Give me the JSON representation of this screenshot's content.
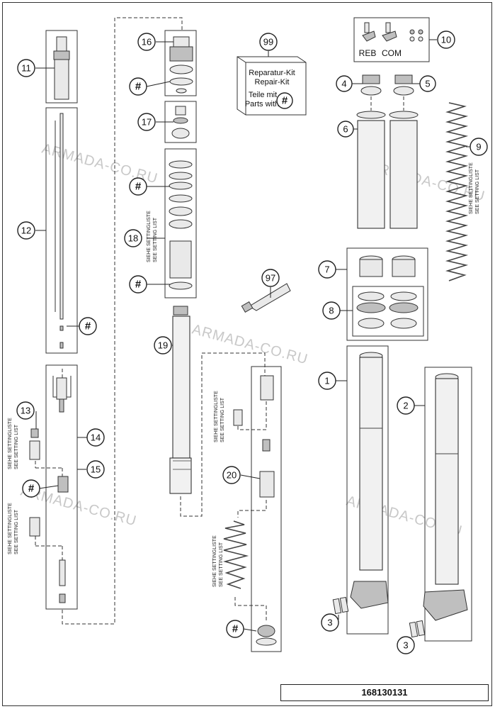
{
  "callouts": {
    "c1": "1",
    "c2": "2",
    "c3a": "3",
    "c3b": "3",
    "c4": "4",
    "c5": "5",
    "c6": "6",
    "c7": "7",
    "c8": "8",
    "c9": "9",
    "c10": "10",
    "c11": "11",
    "c12": "12",
    "c13": "13",
    "c14": "14",
    "c15": "15",
    "c16": "16",
    "c17": "17",
    "c18": "18",
    "c19": "19",
    "c20": "20",
    "c97": "97",
    "c99": "99"
  },
  "hash_symbol": "#",
  "repair_kit": {
    "line1": "Reparatur-Kit",
    "line2": "Repair-Kit",
    "line3": "Teile mit",
    "line4": "Parts with"
  },
  "part10_labels": {
    "reb": "REB",
    "com": "COM"
  },
  "setting_list": {
    "de": "SIEHE SETTINGLISTE",
    "en": "SEE SETTING LIST"
  },
  "watermark": "ARMADA-CO.RU",
  "document_number": "168130131"
}
